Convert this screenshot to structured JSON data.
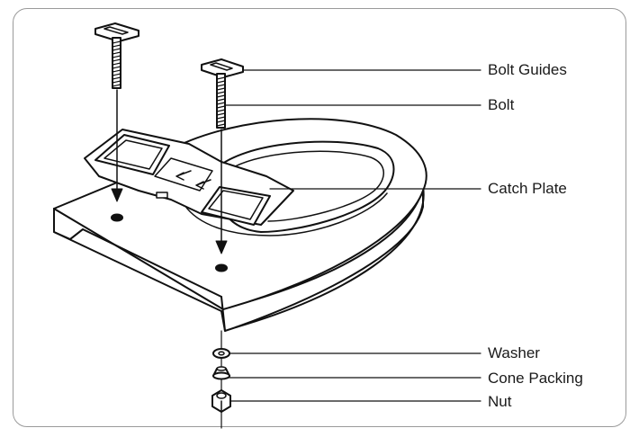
{
  "diagram": {
    "labels": {
      "bolt_guides": "Bolt Guides",
      "bolt": "Bolt",
      "catch_plate": "Catch Plate",
      "washer": "Washer",
      "cone_packing": "Cone Packing",
      "nut": "Nut"
    }
  }
}
